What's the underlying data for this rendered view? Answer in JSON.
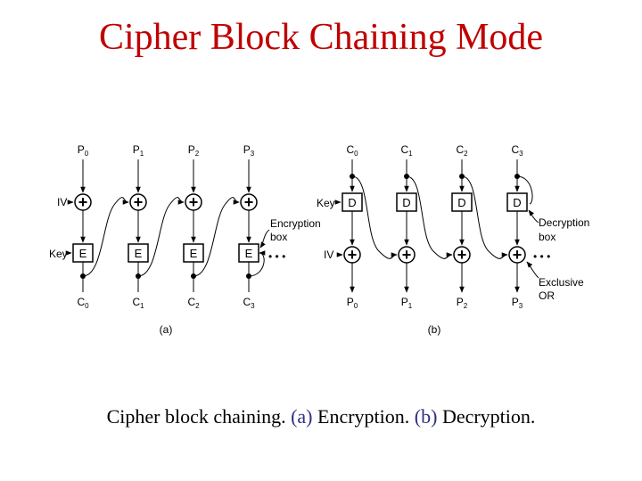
{
  "slide": {
    "title": "Cipher Block Chaining Mode",
    "title_color": "#c00000"
  },
  "diagram": {
    "encryption": {
      "inputs": [
        {
          "base": "P",
          "sub": "0"
        },
        {
          "base": "P",
          "sub": "1"
        },
        {
          "base": "P",
          "sub": "2"
        },
        {
          "base": "P",
          "sub": "3"
        }
      ],
      "outputs": [
        {
          "base": "C",
          "sub": "0"
        },
        {
          "base": "C",
          "sub": "1"
        },
        {
          "base": "C",
          "sub": "2"
        },
        {
          "base": "C",
          "sub": "3"
        }
      ],
      "box_label": "E",
      "xor_symbol": "+",
      "iv_label": "IV",
      "key_label": "Key",
      "callout_line1": "Encryption",
      "callout_line2": "box",
      "ellipsis": "• • •",
      "panel_label": "(a)"
    },
    "decryption": {
      "inputs": [
        {
          "base": "C",
          "sub": "0"
        },
        {
          "base": "C",
          "sub": "1"
        },
        {
          "base": "C",
          "sub": "2"
        },
        {
          "base": "C",
          "sub": "3"
        }
      ],
      "outputs": [
        {
          "base": "P",
          "sub": "0"
        },
        {
          "base": "P",
          "sub": "1"
        },
        {
          "base": "P",
          "sub": "2"
        },
        {
          "base": "P",
          "sub": "3"
        }
      ],
      "box_label": "D",
      "xor_symbol": "+",
      "iv_label": "IV",
      "key_label": "Key",
      "callout1_line1": "Decryption",
      "callout1_line2": "box",
      "callout2_line1": "Exclusive",
      "callout2_line2": "OR",
      "ellipsis": "• • •",
      "panel_label": "(b)"
    }
  },
  "caption": {
    "text1": "Cipher block chaining.  ",
    "part_a": "(a)",
    "text2": " Encryption.  ",
    "part_b": "(b)",
    "text3": " Decryption.",
    "accent_color": "#2e2e80"
  }
}
